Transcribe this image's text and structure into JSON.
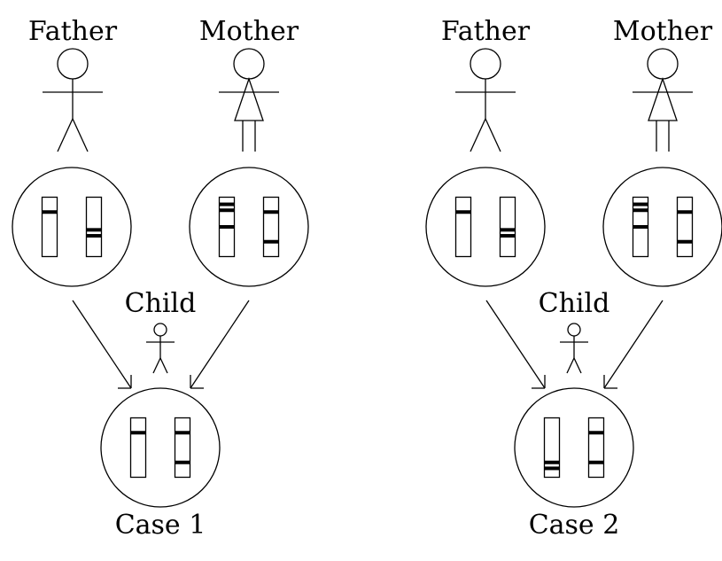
{
  "labels": {
    "father": "Father",
    "mother": "Mother",
    "child": "Child",
    "case1": "Case 1",
    "case2": "Case 2"
  },
  "chromosomes": {
    "case1": {
      "father": [
        [
          0.25
        ],
        [
          0.55,
          0.65
        ]
      ],
      "mother": [
        [
          0.12,
          0.22,
          0.5
        ],
        [
          0.25,
          0.75
        ]
      ],
      "child": [
        [
          0.25
        ],
        [
          0.25,
          0.75
        ]
      ]
    },
    "case2": {
      "father": [
        [
          0.25
        ],
        [
          0.55,
          0.65
        ]
      ],
      "mother": [
        [
          0.12,
          0.22,
          0.5
        ],
        [
          0.25,
          0.75
        ]
      ],
      "child": [
        [
          0.75,
          0.85
        ],
        [
          0.25,
          0.75
        ]
      ]
    }
  }
}
